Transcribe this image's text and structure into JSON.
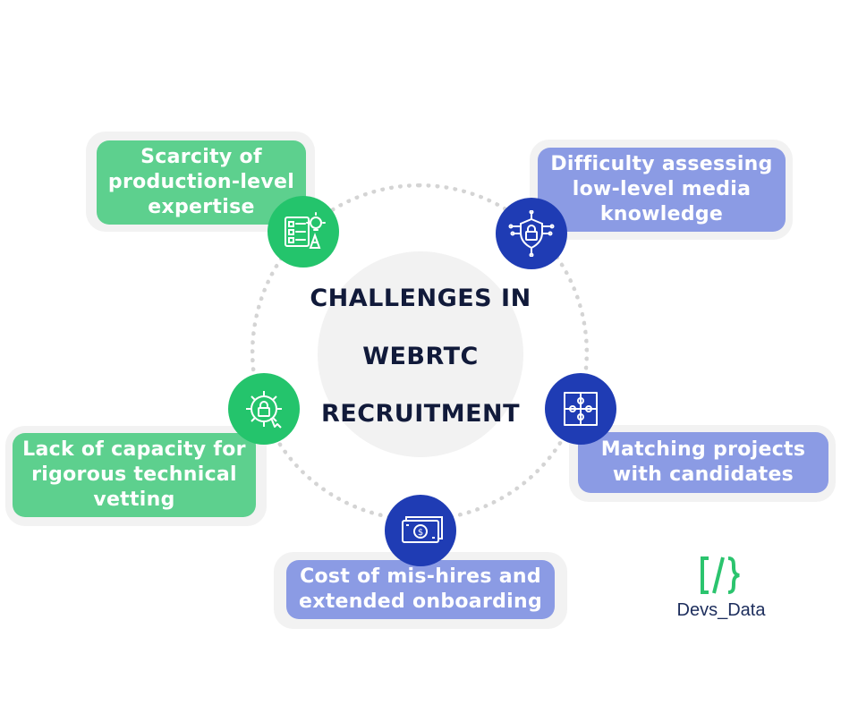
{
  "center": {
    "lines": [
      "CHALLENGES IN",
      "WEBRTC",
      "RECRUITMENT"
    ]
  },
  "challenges": [
    {
      "lines": [
        "Scarcity of",
        "production-level",
        "expertise"
      ],
      "color": "#5dd08e",
      "icon": "checklist-lightbulb-icon"
    },
    {
      "lines": [
        "Difficulty assessing",
        "low-level media",
        "knowledge"
      ],
      "color": "#8b9be4",
      "icon": "circuit-security-icon"
    },
    {
      "lines": [
        "Matching projects",
        "with candidates"
      ],
      "color": "#8b9be4",
      "icon": "puzzle-icon"
    },
    {
      "lines": [
        "Cost of mis-hires and",
        "extended onboarding"
      ],
      "color": "#8b9be4",
      "icon": "money-bill-icon"
    },
    {
      "lines": [
        "Lack of capacity for",
        "rigorous technical",
        "vetting"
      ],
      "color": "#5dd08e",
      "icon": "gear-lock-icon"
    }
  ],
  "logo": {
    "mark": "[/}",
    "text": "Devs_Data",
    "mark_color": "#2bc46e",
    "text_color": "#1c2d5c"
  }
}
